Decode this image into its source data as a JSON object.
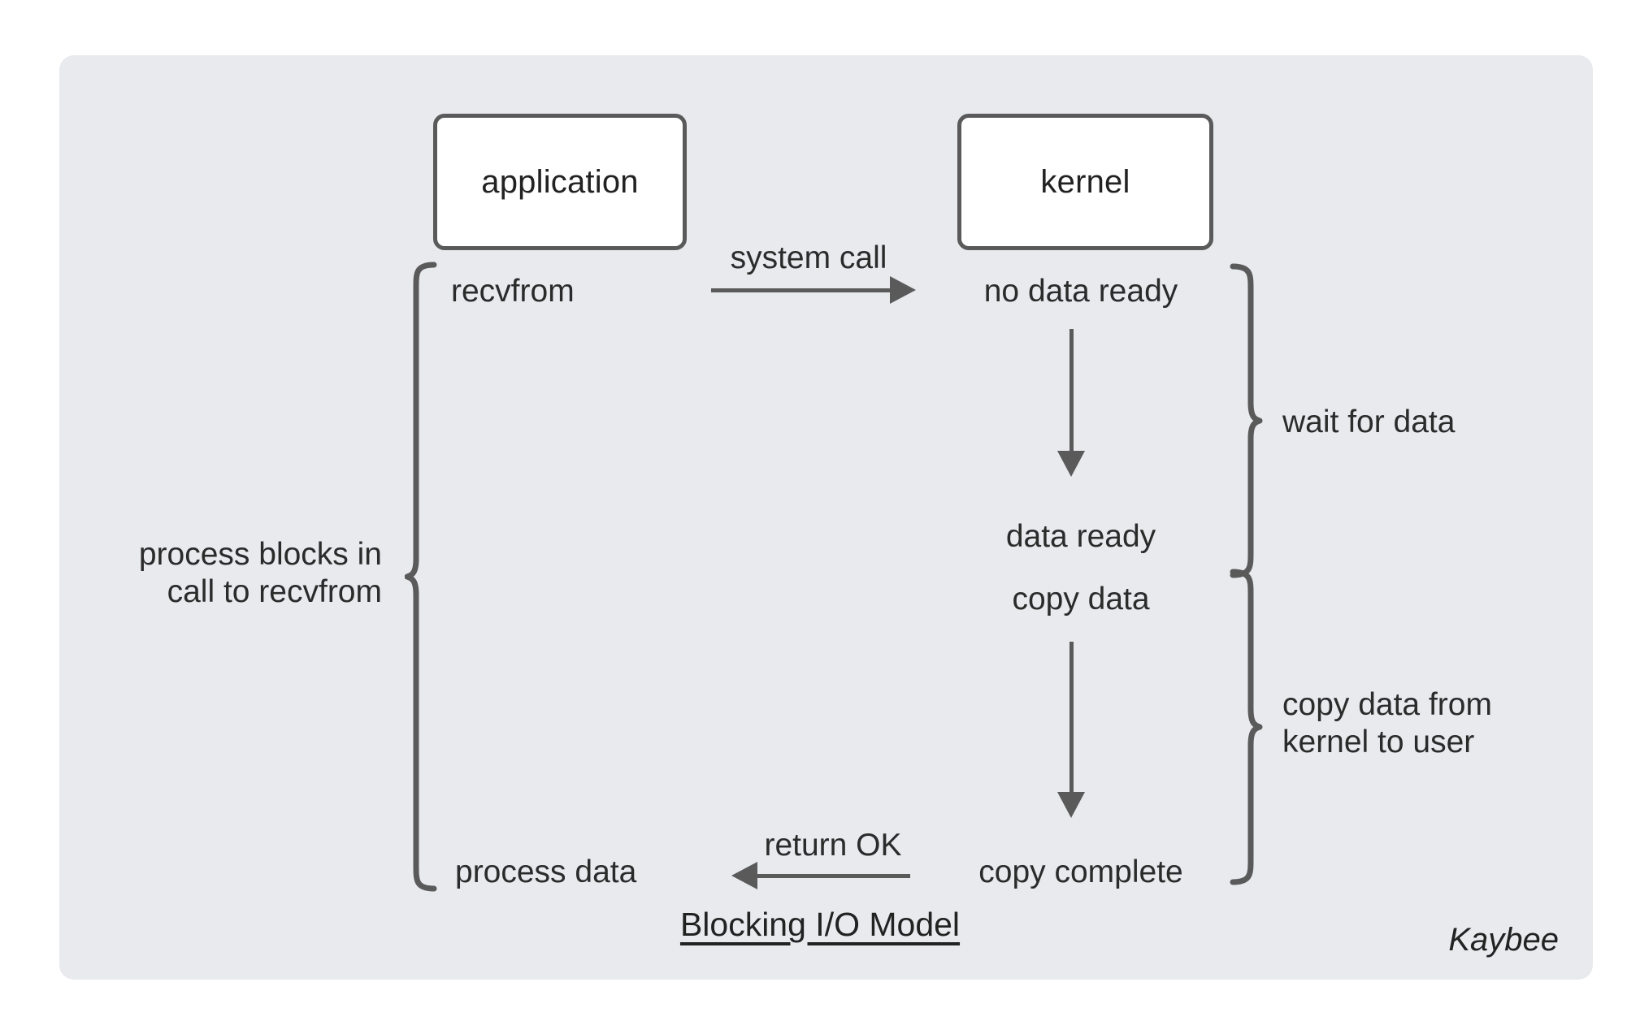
{
  "diagram": {
    "title": "Blocking I/O Model",
    "signature": "Kaybee",
    "colors": {
      "panel_bg": "#e8eaee",
      "page_bg": "#ffffff",
      "stroke": "#5a5a5a",
      "text": "#2b2b2b",
      "box_fill": "#ffffff"
    },
    "nodes": [
      {
        "id": "application",
        "label": "application"
      },
      {
        "id": "kernel",
        "label": "kernel"
      }
    ],
    "application_column": [
      {
        "id": "recvfrom",
        "label": "recvfrom"
      },
      {
        "id": "process-data",
        "label": "process data"
      }
    ],
    "kernel_column": [
      {
        "id": "no-data-ready",
        "label": "no data ready"
      },
      {
        "id": "data-ready",
        "label": "data ready"
      },
      {
        "id": "copy-data",
        "label": "copy data"
      },
      {
        "id": "copy-complete",
        "label": "copy complete"
      }
    ],
    "edges": [
      {
        "id": "system-call",
        "label": "system call",
        "direction": "right"
      },
      {
        "id": "return-ok",
        "label": "return OK",
        "direction": "left"
      },
      {
        "id": "wait-transition",
        "label": "",
        "direction": "down"
      },
      {
        "id": "copy-transition",
        "label": "",
        "direction": "down"
      }
    ],
    "braces": [
      {
        "id": "process-blocks",
        "side": "left",
        "label_line1": "process blocks in",
        "label_line2": "call to recvfrom"
      },
      {
        "id": "wait-for-data",
        "side": "right",
        "label_line1": "wait for data",
        "label_line2": ""
      },
      {
        "id": "copy-data-kernel-to-user",
        "side": "right",
        "label_line1": "copy data from",
        "label_line2": "kernel to user"
      }
    ]
  }
}
